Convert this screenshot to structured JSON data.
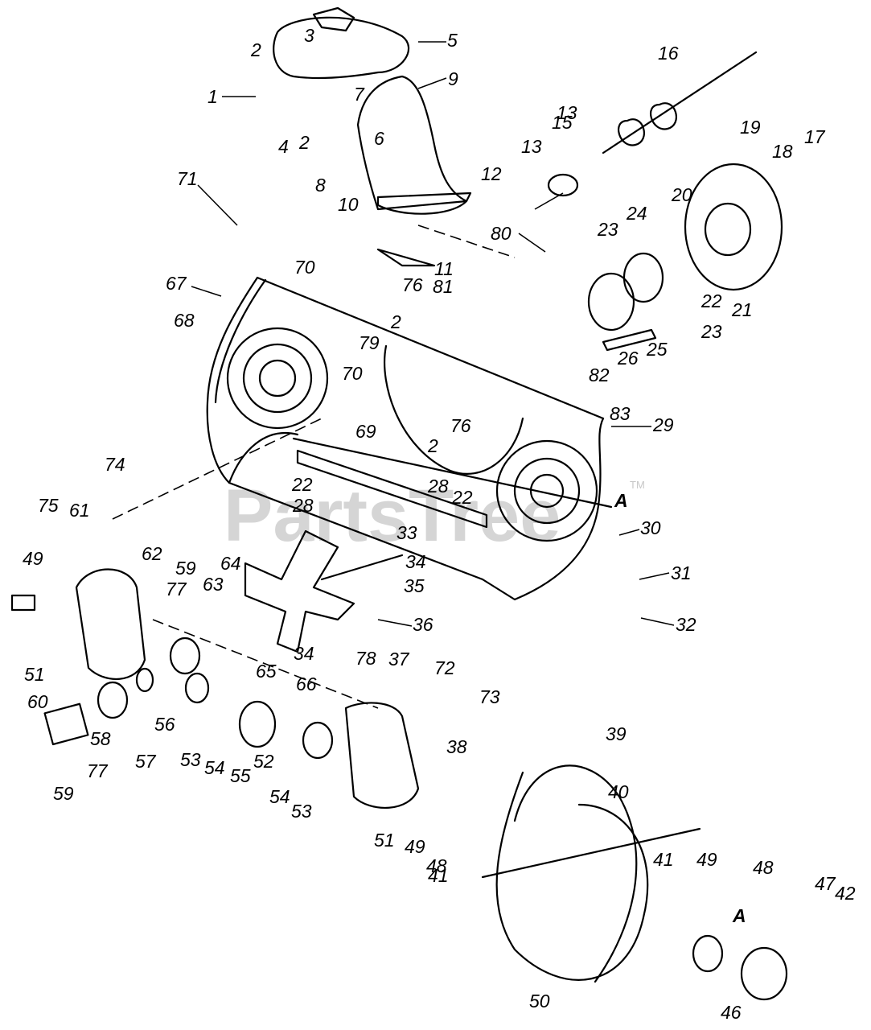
{
  "diagram": {
    "watermark": "PartsTree",
    "trademark": "TM",
    "view_ref": "A",
    "part_callouts": [
      "1",
      "2",
      "3",
      "4",
      "5",
      "6",
      "7",
      "8",
      "9",
      "10",
      "11",
      "12",
      "13",
      "15",
      "16",
      "17",
      "18",
      "19",
      "20",
      "21",
      "22",
      "23",
      "24",
      "25",
      "26",
      "28",
      "29",
      "30",
      "31",
      "32",
      "33",
      "34",
      "35",
      "36",
      "37",
      "38",
      "39",
      "40",
      "41",
      "42",
      "46",
      "47",
      "48",
      "49",
      "50",
      "51",
      "52",
      "53",
      "54",
      "55",
      "56",
      "57",
      "58",
      "59",
      "60",
      "61",
      "62",
      "63",
      "64",
      "65",
      "66",
      "67",
      "68",
      "69",
      "70",
      "71",
      "72",
      "73",
      "74",
      "75",
      "76",
      "77",
      "78",
      "79",
      "80",
      "81",
      "82",
      "83"
    ]
  }
}
